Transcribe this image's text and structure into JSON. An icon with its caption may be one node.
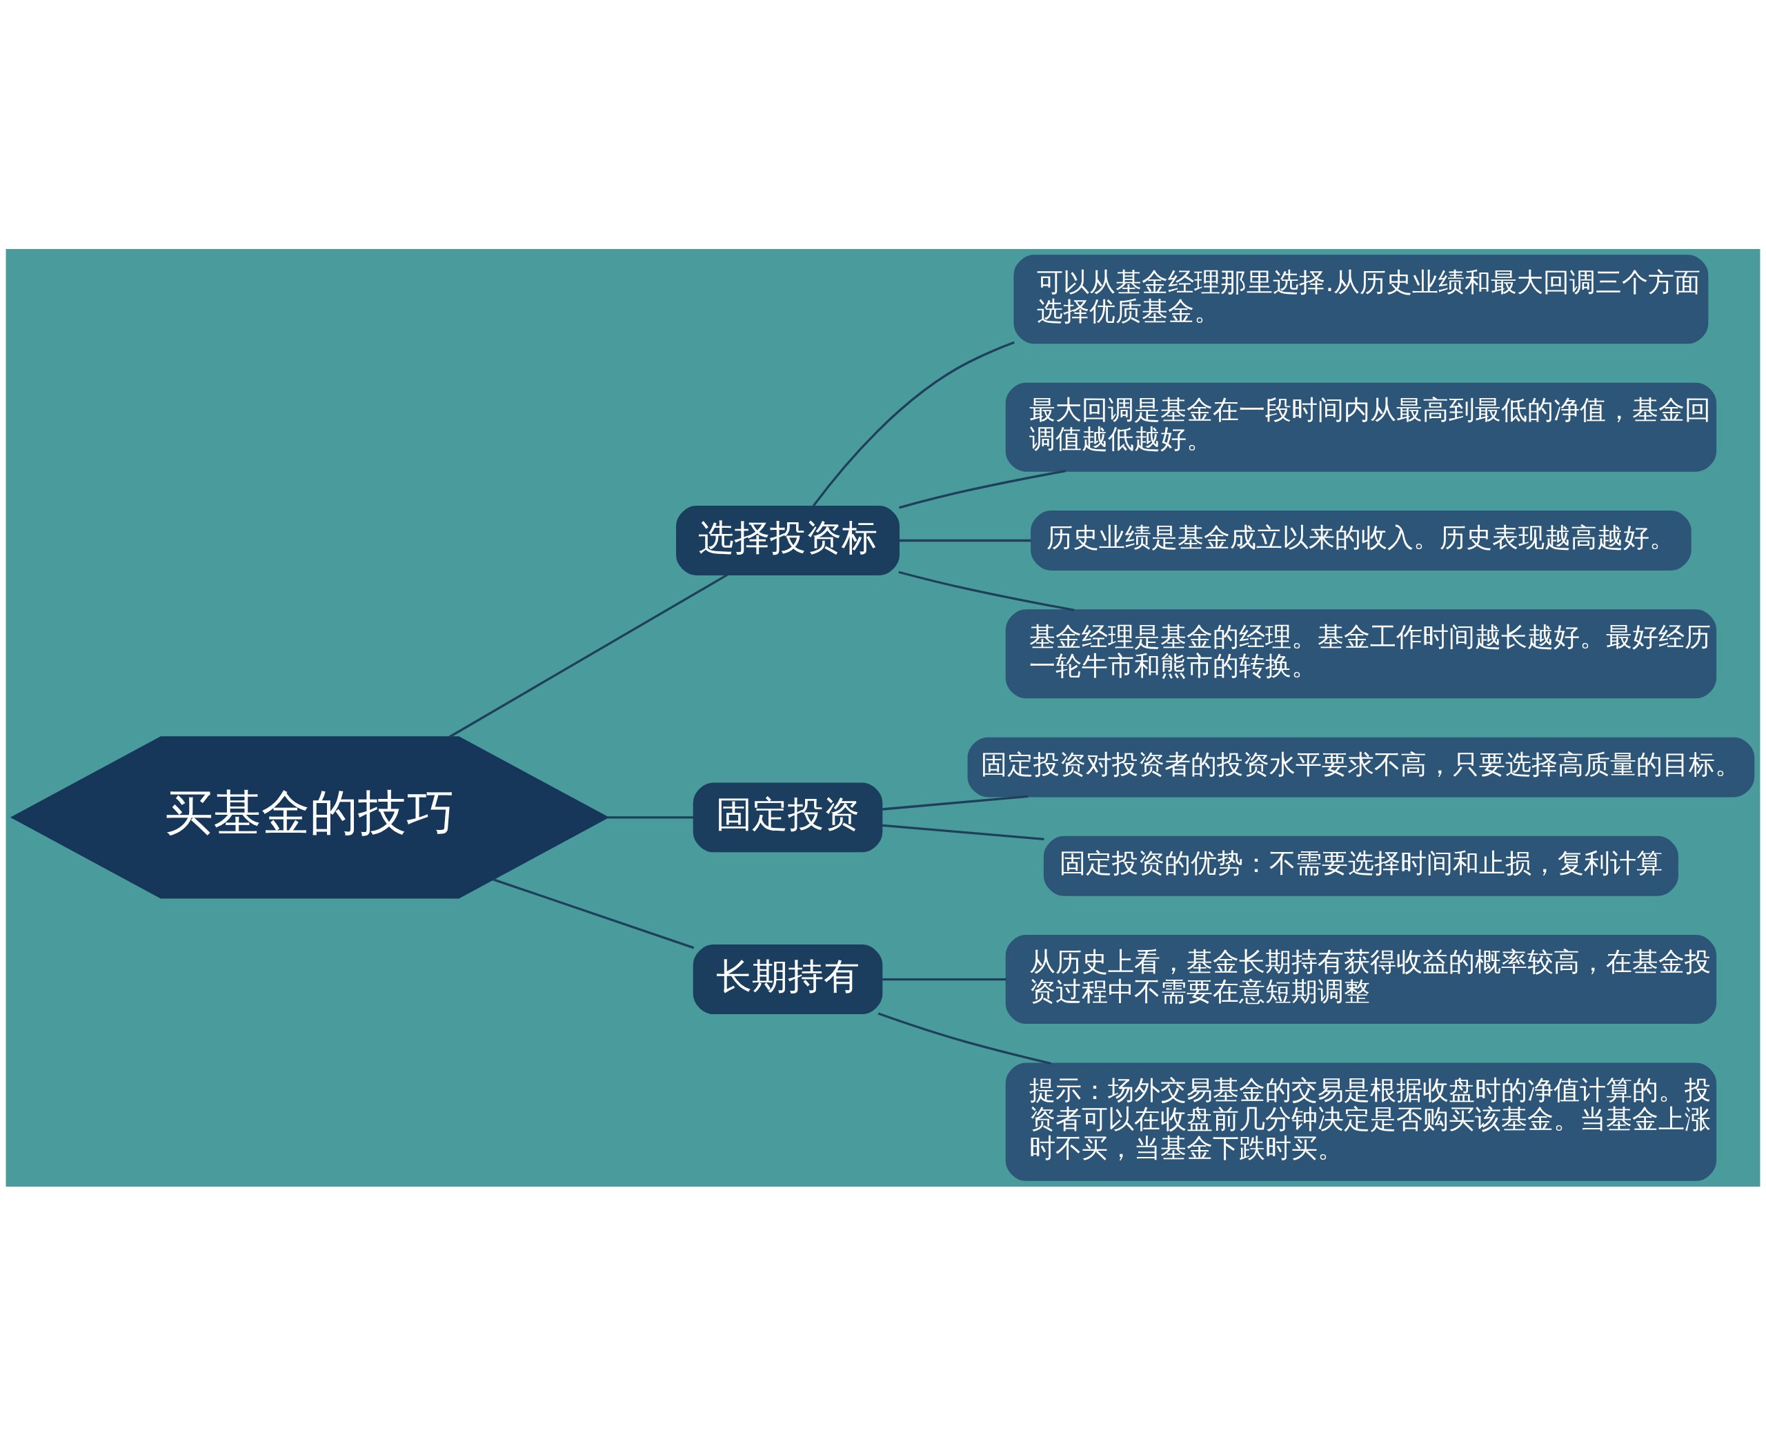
{
  "diagram": {
    "nodes": [
      {
        "text": [
          "买基金的技巧"
        ]
      },
      {
        "text": [
          "选择投资标"
        ]
      },
      {
        "text": [
          "可以从基金经理那里选择.从历史业绩和最大回调三个方面选择优质基金。"
        ]
      },
      {
        "text": [
          "最大回调是基金在一段时间内从最高到最低的净值，基金回调值越低越好。"
        ]
      },
      {
        "text": [
          "历史业绩是基金成立以来的收入。历史表现越高越好。"
        ]
      },
      {
        "text": [
          "基金经理是基金的经理。基金工作时间越长越好。最好经历一轮牛市和熊市的转换。"
        ]
      },
      {
        "text": [
          "固定投资"
        ]
      },
      {
        "text": [
          "固定投资对投资者的投资水平要求不高，只要选择高质量的目标。"
        ]
      },
      {
        "text": [
          "固定投资的优势：不需要选择时间和止损，复利计算"
        ]
      },
      {
        "text": [
          "长期持有"
        ]
      },
      {
        "text": [
          "从历史上看，基金长期持有获得收益的概率较高，在基金投资过程中不需要在意短期调整"
        ]
      },
      {
        "text": [
          "提示：场外交易基金的交易是根据收盘时的净值计算的。投资者可以在收盘前几分钟决定是否购买该基金。当基金上涨时不买，当基金下跌时买。"
        ]
      }
    ],
    "edges": [
      {
        "from": 0,
        "to": 1,
        "arrow": "none"
      },
      {
        "from": 0,
        "to": 6,
        "arrow": "none"
      },
      {
        "from": 0,
        "to": 9,
        "arrow": "none"
      },
      {
        "from": 1,
        "to": 2,
        "arrow": "none"
      },
      {
        "from": 1,
        "to": 3,
        "arrow": "none"
      },
      {
        "from": 1,
        "to": 4,
        "arrow": "none"
      },
      {
        "from": 1,
        "to": 5,
        "arrow": "none"
      },
      {
        "from": 6,
        "to": 7,
        "arrow": "none"
      },
      {
        "from": 6,
        "to": 8,
        "arrow": "none"
      },
      {
        "from": 9,
        "to": 10,
        "arrow": "none"
      },
      {
        "from": 9,
        "to": 11,
        "arrow": "none"
      }
    ]
  }
}
